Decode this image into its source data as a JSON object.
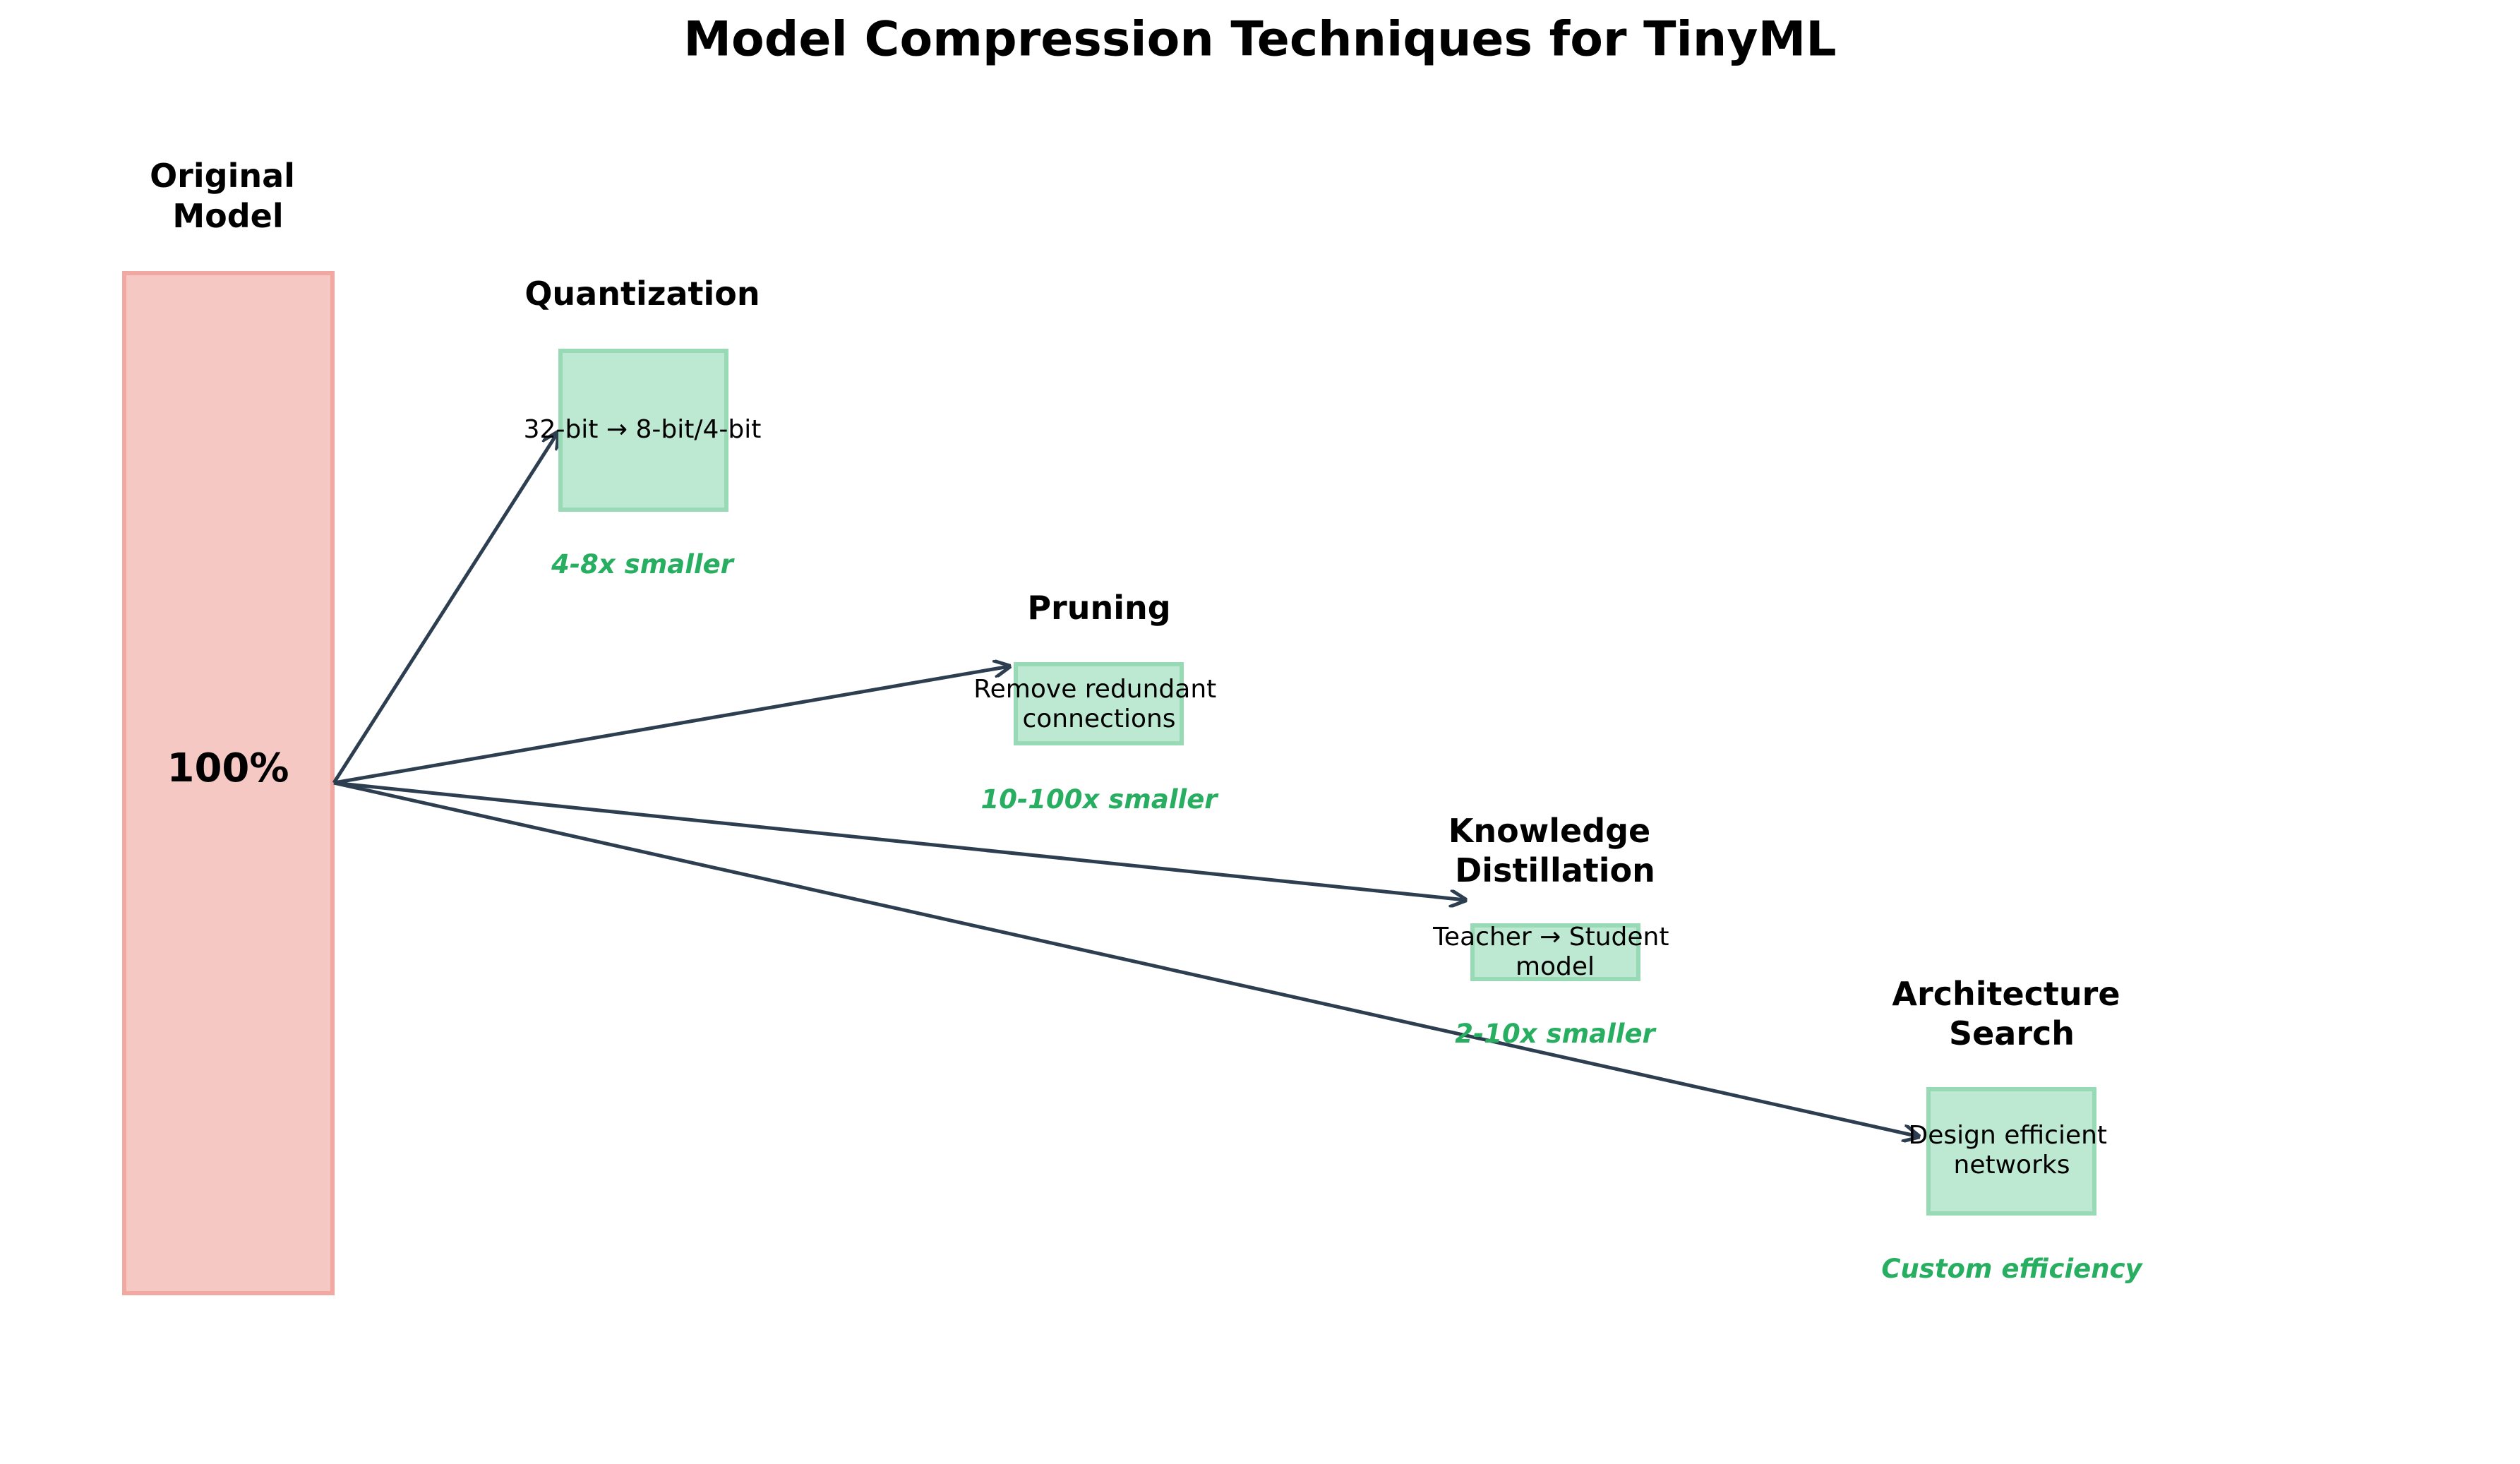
{
  "title": "Model Compression Techniques for TinyML",
  "original": {
    "label_lines": [
      "Original",
      "Model"
    ],
    "percent": "100%"
  },
  "techniques": [
    {
      "name_lines": [
        "Quantization"
      ],
      "desc_lines": [
        "32-bit → 8-bit/4-bit"
      ],
      "result": "4-8x smaller"
    },
    {
      "name_lines": [
        "Pruning"
      ],
      "desc_lines": [
        "Remove redundant",
        "connections"
      ],
      "result": "10-100x smaller"
    },
    {
      "name_lines": [
        "Knowledge",
        "Distillation"
      ],
      "desc_lines": [
        "Teacher → Student",
        "model"
      ],
      "result": "2-10x smaller"
    },
    {
      "name_lines": [
        "Architecture",
        "Search"
      ],
      "desc_lines": [
        "Design efficient",
        "networks"
      ],
      "result": "Custom efficiency"
    }
  ],
  "colors": {
    "original_fill": "#f5c8c4",
    "original_stroke": "#f0a8a0",
    "technique_fill": "#bde8d2",
    "technique_stroke": "#97dab5",
    "arrow": "#2c3e50",
    "result_text": "#27ae60"
  }
}
